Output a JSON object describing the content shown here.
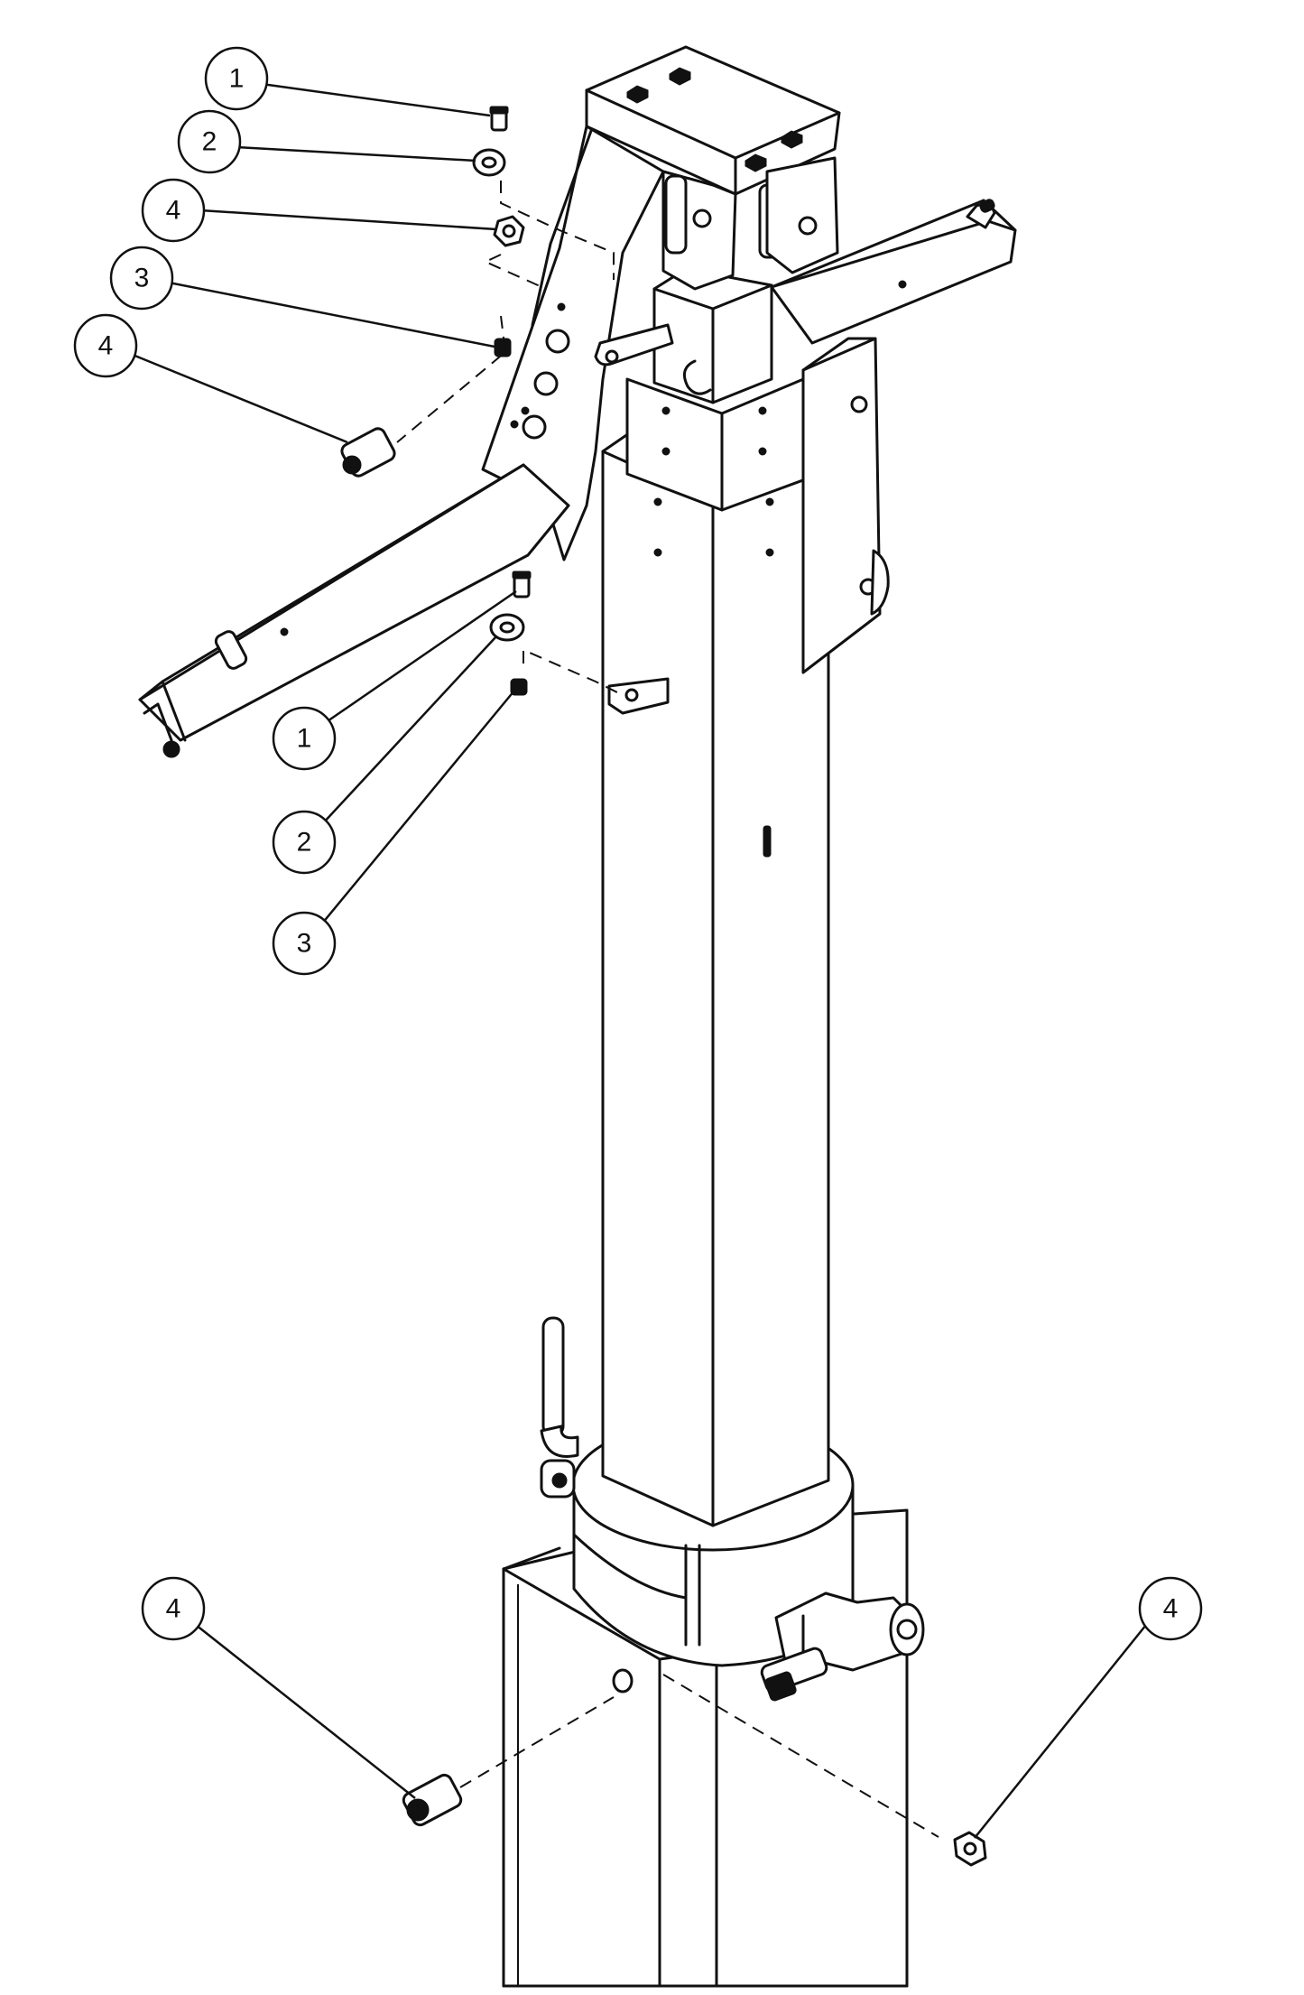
{
  "callouts": [
    {
      "id": "c1",
      "label": "1"
    },
    {
      "id": "c2",
      "label": "2"
    },
    {
      "id": "c3",
      "label": "4"
    },
    {
      "id": "c4",
      "label": "3"
    },
    {
      "id": "c5",
      "label": "4"
    },
    {
      "id": "c6",
      "label": "1"
    },
    {
      "id": "c7",
      "label": "2"
    },
    {
      "id": "c8",
      "label": "3"
    },
    {
      "id": "c9",
      "label": "4"
    },
    {
      "id": "c10",
      "label": "4"
    }
  ],
  "colors": {
    "ink": "#111111",
    "paper": "#ffffff"
  }
}
